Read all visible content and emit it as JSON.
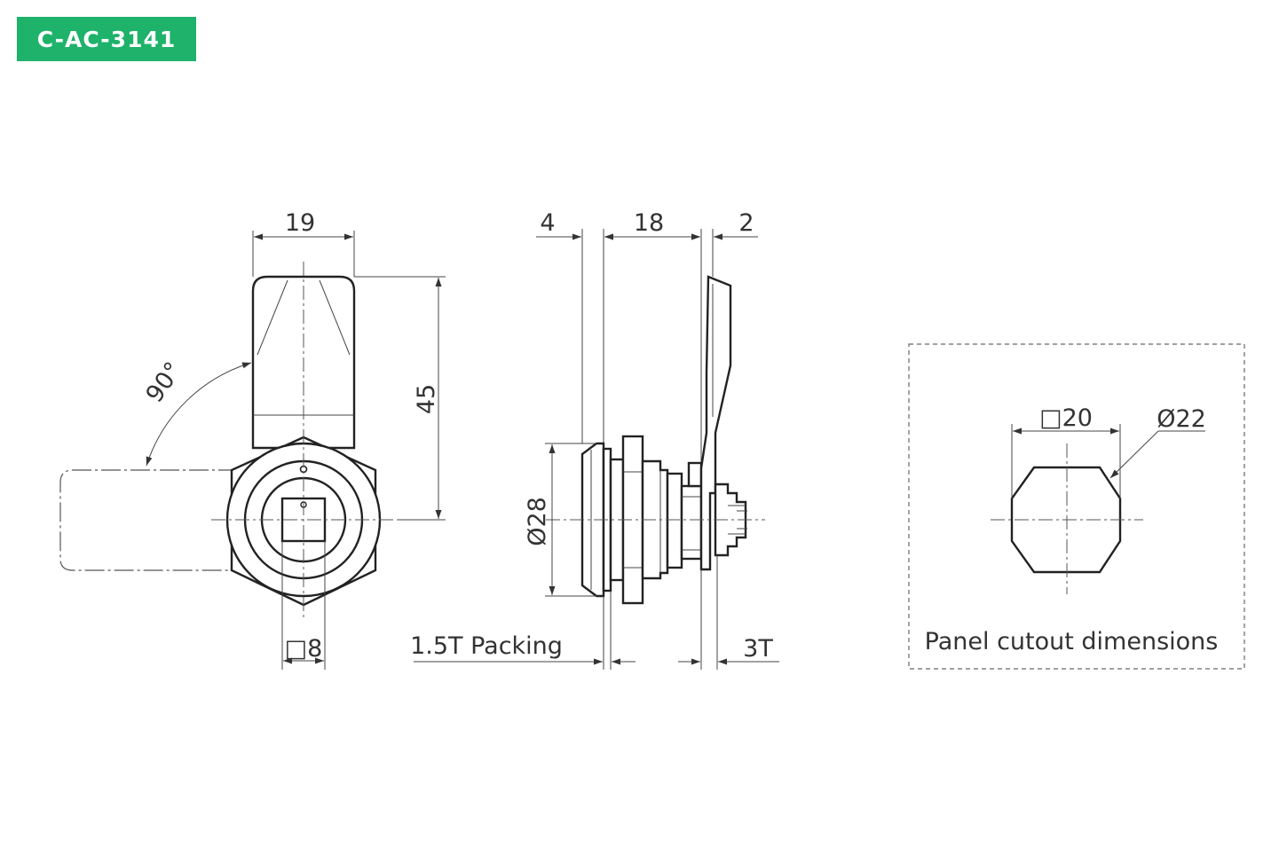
{
  "model": "C-AC-3141",
  "colors": {
    "badge": "#1eb26b",
    "line": "#222222"
  },
  "front_view": {
    "width_label": "19",
    "height_label": "45",
    "angle_label": "90°",
    "square_label": "□8"
  },
  "side_view": {
    "dim_4": "4",
    "dim_18": "18",
    "dim_2": "2",
    "diameter_label": "Ø28",
    "packing_label": "1.5T Packing",
    "thickness_label": "3T"
  },
  "cutout": {
    "square_label": "□20",
    "diameter_label": "Ø22",
    "caption": "Panel cutout dimensions"
  }
}
